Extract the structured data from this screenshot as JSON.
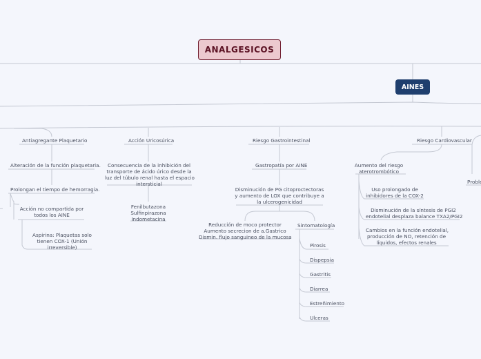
{
  "root": {
    "label": "ANALGESICOS"
  },
  "aines": {
    "label": "AINES"
  },
  "antiagregante": {
    "label": "Antiagregante Plaquetario",
    "alteracion": "Alteración de la función plaquetaria.",
    "prolongan": "Prolongan el tiempo de hemorragia.",
    "accion_lines": [
      "Acción no compartida por",
      "todos los AINE"
    ],
    "aspirina_lines": [
      "Aspirina: Plaquetas solo",
      "tienen COX-1 (Unión",
      "irreversible)"
    ]
  },
  "uricosurica": {
    "label": "Acción Uricosúrica",
    "consecuencia_lines": [
      "Consecuencia de la inhibición del",
      "transporte de ácido úrico desde la",
      "luz del túbulo renal hasta el espacio",
      "intersticial"
    ],
    "drugs_lines": [
      "Fenilbutazona",
      "Sulfinpirazona",
      "Indometacina"
    ]
  },
  "gastro": {
    "label": "Riesgo Gastrointestinal",
    "gastropatia": "Gastropatía por AINE",
    "disminucion_lines": [
      "Disminución de PG citoproctectoras",
      "y aumento de LOX que contribuye a",
      "la ulcerogenicidad"
    ],
    "reduccion_lines": [
      "Reducción de moco protector",
      "Aumento secrecion de a.Gastrico",
      "Dismin. flujo sanguineo de la mucosa"
    ],
    "sintomatologia": "Sintomatología",
    "symptoms": [
      "Pirosis",
      "Dispepsia",
      "Gastritis",
      "Diarrea",
      "Estreñimiento",
      "Ulceras"
    ]
  },
  "cardio": {
    "label": "Riesgo Cardiovascular",
    "aumento_lines": [
      "Aumento del riesgo",
      "aterotrombótico"
    ],
    "uso_lines": [
      "Uso prolongado de",
      "inhibidores de la COX-2"
    ],
    "disminucion_lines": [
      "Disminución de la síntesis de PGI2",
      "endotelial desplaza balance TXA2/PGI2"
    ],
    "cambios_lines": [
      "Cambios en la función endotelial,",
      "producción de NO, retención de",
      "líquidos, efectos renales"
    ]
  },
  "cut_right": {
    "label": "Proble"
  },
  "colors": {
    "root_fill": "#ecc9cf",
    "root_border": "#6e1c2e",
    "aines_fill": "#1f3f6e",
    "line": "#c4c8d2"
  }
}
